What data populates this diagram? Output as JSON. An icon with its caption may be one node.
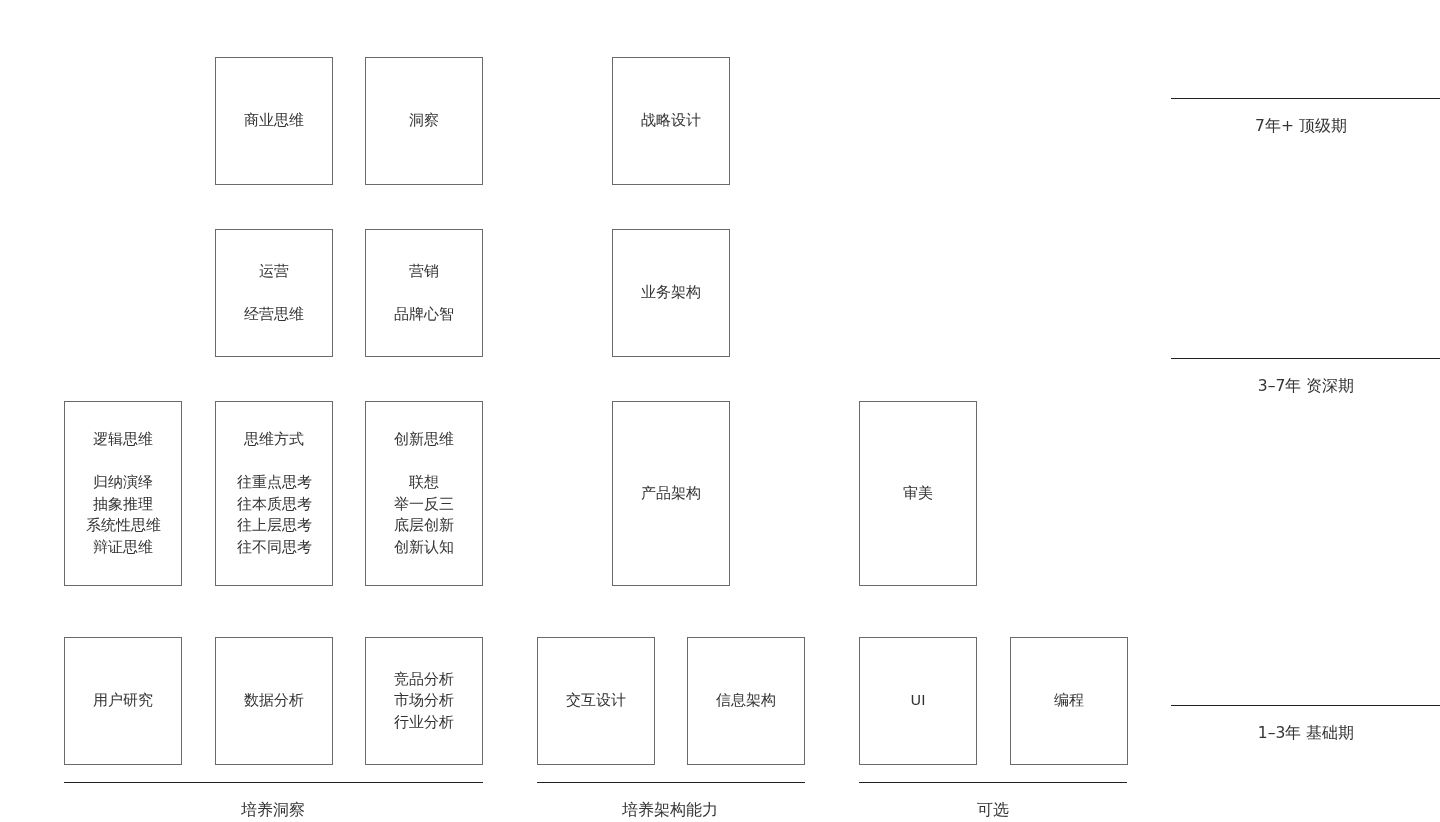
{
  "diagram": {
    "nodes": [
      {
        "text": [
          "商业思维"
        ]
      },
      {
        "text": [
          "洞察"
        ]
      },
      {
        "text": [
          "战略设计"
        ]
      },
      {
        "text": [
          "运营",
          "经营思维"
        ]
      },
      {
        "text": [
          "营销",
          "品牌心智"
        ]
      },
      {
        "text": [
          "业务架构"
        ]
      },
      {
        "text": [
          "逻辑思维",
          "归纳演绎",
          "抽象推理",
          "系统性思维",
          "辩证思维"
        ]
      },
      {
        "text": [
          "思维方式",
          "往重点思考",
          "往本质思考",
          "往上层思考",
          "往不同思考"
        ]
      },
      {
        "text": [
          "创新思维",
          "联想",
          "举一反三",
          "底层创新",
          "创新认知"
        ]
      },
      {
        "text": [
          "产品架构"
        ]
      },
      {
        "text": [
          "审美"
        ]
      },
      {
        "text": [
          "用户研究"
        ]
      },
      {
        "text": [
          "数据分析"
        ]
      },
      {
        "text": [
          "竞品分析",
          "市场分析",
          "行业分析"
        ]
      },
      {
        "text": [
          "交互设计"
        ]
      },
      {
        "text": [
          "信息架构"
        ]
      },
      {
        "text": [
          "UI"
        ]
      },
      {
        "text": [
          "编程"
        ]
      }
    ],
    "edges": [],
    "labels": [
      "7年+ 顶级期",
      "3–7年 资深期",
      "1–3年 基础期",
      "培养洞察",
      "培养架构能力",
      "可选"
    ]
  }
}
